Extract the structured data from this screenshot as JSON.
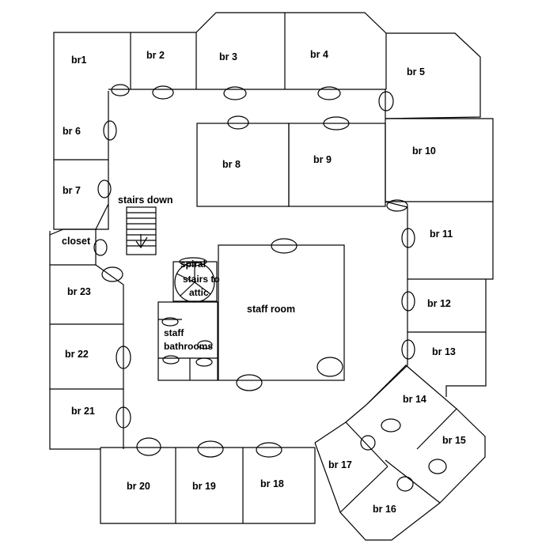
{
  "rooms": {
    "br1": "br1",
    "br2": "br 2",
    "br3": "br 3",
    "br4": "br 4",
    "br5": "br 5",
    "br6": "br 6",
    "br7": "br 7",
    "br8": "br 8",
    "br9": "br 9",
    "br10": "br 10",
    "br11": "br 11",
    "br12": "br 12",
    "br13": "br 13",
    "br14": "br 14",
    "br15": "br 15",
    "br16": "br 16",
    "br17": "br 17",
    "br18": "br 18",
    "br19": "br 19",
    "br20": "br 20",
    "br21": "br 21",
    "br22": "br 22",
    "br23": "br 23",
    "closet": "closet",
    "stairs_down": "stairs down",
    "spiral_line1": "spiral",
    "spiral_line2": "stairs to",
    "spiral_line3": "attic",
    "staff_room": "staff room",
    "staff_bath_line1": "staff",
    "staff_bath_line2": "bathrooms"
  }
}
